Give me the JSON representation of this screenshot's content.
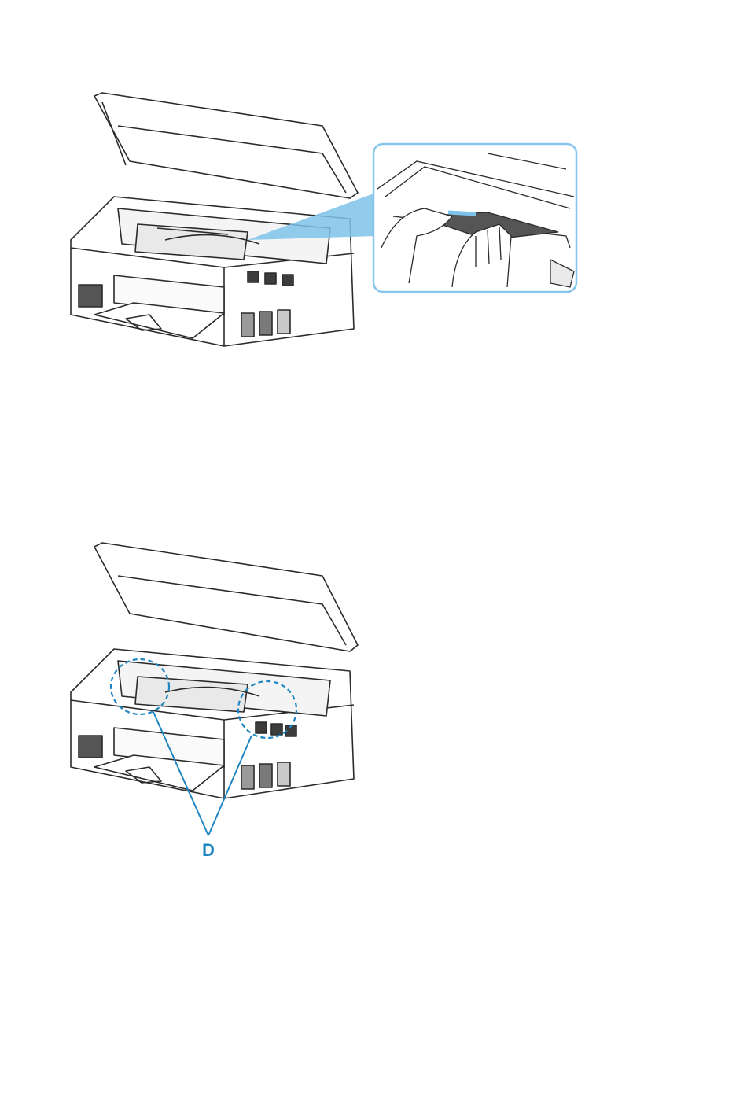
{
  "figures": {
    "figure1": {
      "subject": "printer-paper-jam-removal",
      "accent_color": "#7fc3ea",
      "callout_border_color": "#86c6ec"
    },
    "figure2": {
      "subject": "printer-open-unit-check-areas",
      "label_text": "D",
      "label_color": "#1f86c1"
    }
  }
}
